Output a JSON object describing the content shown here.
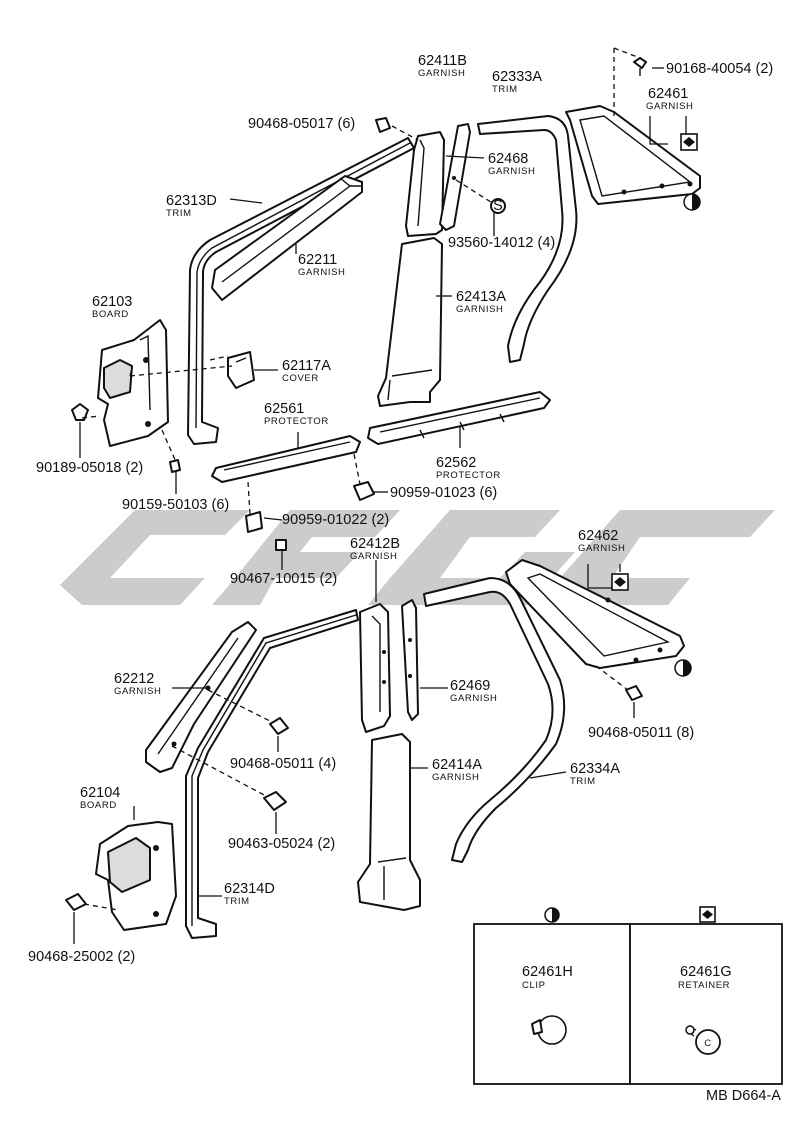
{
  "labels": {
    "p62411B": {
      "num": "62411B",
      "name": "GARNISH"
    },
    "p62333A": {
      "num": "62333A",
      "name": "TRIM"
    },
    "p90168": {
      "num": "90168-40054 (2)"
    },
    "p62461": {
      "num": "62461",
      "name": "GARNISH"
    },
    "p90468a": {
      "num": "90468-05017 (6)"
    },
    "p62468": {
      "num": "62468",
      "name": "GARNISH"
    },
    "p62313D": {
      "num": "62313D",
      "name": "TRIM"
    },
    "p93560": {
      "num": "93560-14012 (4)"
    },
    "p62211": {
      "num": "62211",
      "name": "GARNISH"
    },
    "p62413A": {
      "num": "62413A",
      "name": "GARNISH"
    },
    "p62103": {
      "num": "62103",
      "name": "BOARD"
    },
    "p62117A": {
      "num": "62117A",
      "name": "COVER"
    },
    "p62561": {
      "num": "62561",
      "name": "PROTECTOR"
    },
    "p90189": {
      "num": "90189-05018 (2)"
    },
    "p62562": {
      "num": "62562",
      "name": "PROTECTOR"
    },
    "p90159": {
      "num": "90159-50103 (6)"
    },
    "p90959a": {
      "num": "90959-01023 (6)"
    },
    "p90959b": {
      "num": "90959-01022 (2)"
    },
    "p62462": {
      "num": "62462",
      "name": "GARNISH"
    },
    "p62412B": {
      "num": "62412B",
      "name": "GARNISH"
    },
    "p90467": {
      "num": "90467-10015 (2)"
    },
    "p62212": {
      "num": "62212",
      "name": "GARNISH"
    },
    "p62469": {
      "num": "62469",
      "name": "GARNISH"
    },
    "p90468b": {
      "num": "90468-05011 (8)"
    },
    "p90468c": {
      "num": "90468-05011 (4)"
    },
    "p62414A": {
      "num": "62414A",
      "name": "GARNISH"
    },
    "p62334A": {
      "num": "62334A",
      "name": "TRIM"
    },
    "p62104": {
      "num": "62104",
      "name": "BOARD"
    },
    "p90463": {
      "num": "90463-05024 (2)"
    },
    "p62314D": {
      "num": "62314D",
      "name": "TRIM"
    },
    "p90468d": {
      "num": "90468-25002 (2)"
    },
    "p62461H": {
      "num": "62461H",
      "name": "CLIP"
    },
    "p62461G": {
      "num": "62461G",
      "name": "RETAINER"
    },
    "symbolS": "S",
    "retainerC": "C",
    "docCode": "MB D664-A"
  }
}
